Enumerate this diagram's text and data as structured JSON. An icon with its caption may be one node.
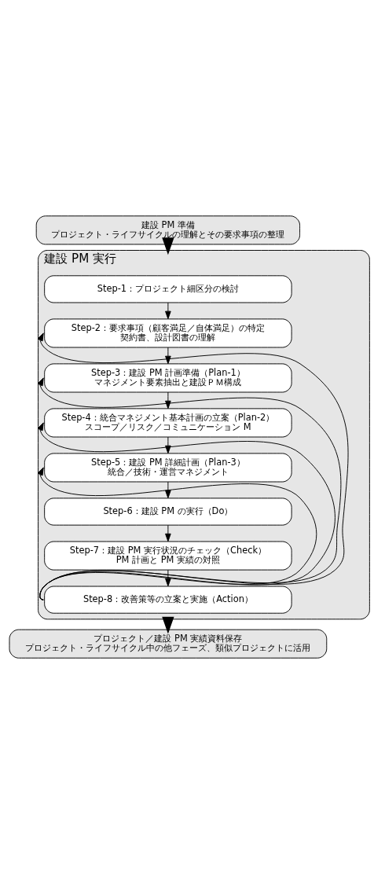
{
  "diagram": {
    "nodes": [
      {
        "text": [
          "建設 PM 準備",
          "プロジェクト・ライフサイクルの理解とその要求事項の整理"
        ]
      },
      {
        "text": [
          "建設 PM 実行"
        ]
      },
      {
        "text": [
          "Step-1：プロジェクト細区分の検討"
        ],
        "in": 1
      },
      {
        "text": [
          "Step-2：要求事項（顧客満足／自体満足）の特定",
          "契約書、設計図書の理解"
        ],
        "in": 1
      },
      {
        "text": [
          "Step-3：建設 PM 計画準備（Plan-1）",
          "マネジメント要素抽出と建設ＰＭ構成"
        ],
        "in": 1
      },
      {
        "text": [
          "Step-4：統合マネジメント基本計画の立案（Plan-2）",
          "スコープ／リスク／コミュニケーション M"
        ],
        "in": 1
      },
      {
        "text": [
          "Step-5：建設 PM 詳細計画（Plan-3）",
          "統合／技術・運営マネジメント"
        ],
        "in": 1
      },
      {
        "text": [
          "Step-6：建設 PM の実行（Do）"
        ],
        "in": 1
      },
      {
        "text": [
          "Step-7：建設 PM 実行状況のチェック（Check）",
          "PM 計画と PM 実績の対照"
        ],
        "in": 1
      },
      {
        "text": [
          "Step-8：改善策等の立案と実施（Action）"
        ],
        "in": 1
      },
      {
        "text": [
          "プロジェクト／建設 PM 実績資料保存",
          "プロジェクト・ライフサイクル中の他フェーズ、類似プロジェクトに活用"
        ]
      }
    ],
    "edges": [
      {
        "from": 0,
        "to": 1,
        "arrow": "to",
        "style": "thick"
      },
      {
        "from": 2,
        "to": 3,
        "arrow": "to"
      },
      {
        "from": 3,
        "to": 4,
        "arrow": "to"
      },
      {
        "from": 4,
        "to": 5,
        "arrow": "to"
      },
      {
        "from": 5,
        "to": 6,
        "arrow": "to"
      },
      {
        "from": 6,
        "to": 7,
        "arrow": "to"
      },
      {
        "from": 7,
        "to": 8,
        "arrow": "to"
      },
      {
        "from": 8,
        "to": 9,
        "arrow": "to"
      },
      {
        "from": 9,
        "to": 3,
        "arrow": "to"
      },
      {
        "from": 9,
        "to": 4,
        "arrow": "to"
      },
      {
        "from": 9,
        "to": 5,
        "arrow": "to"
      },
      {
        "from": 9,
        "to": 6,
        "arrow": "to"
      },
      {
        "from": 1,
        "to": 10,
        "arrow": "to",
        "style": "thick"
      }
    ]
  }
}
